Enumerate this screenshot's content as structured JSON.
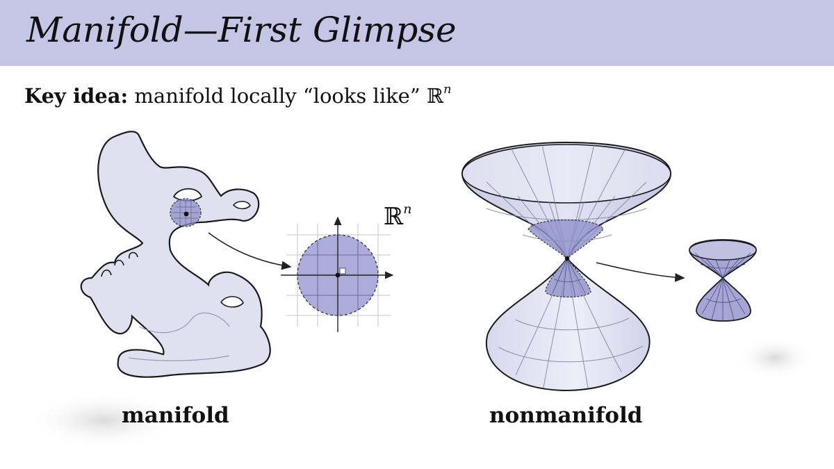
{
  "slide": {
    "title": "Manifold—First Glimpse",
    "key_idea_bold": "Key idea:",
    "key_idea_text": " manifold locally “looks like” ℝ",
    "key_idea_sup": "n"
  },
  "figures": {
    "rn_symbol": "ℝ",
    "rn_sup": "n",
    "manifold_caption": "manifold",
    "nonmanifold_caption": "nonmanifold"
  },
  "colors": {
    "title_bar": "#c5c6e6",
    "surface_fill": "#dfe0f0",
    "highlight_fill": "#8f90cc",
    "outline": "#1a1a1a"
  }
}
